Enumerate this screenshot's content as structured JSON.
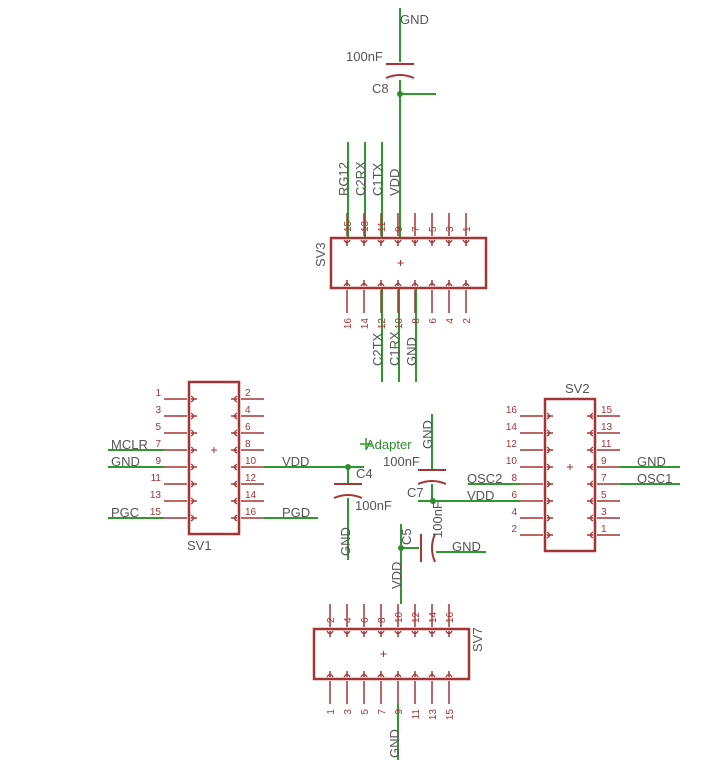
{
  "colors": {
    "part": "#a53434",
    "wire": "#2e9a2e",
    "text": "#555555",
    "junction": "#2e8b2e"
  },
  "title": "Adapter",
  "headers": {
    "sv1": "SV1",
    "sv2": "SV2",
    "sv3": "SV3",
    "sv7": "SV7"
  },
  "pin_numbers": {
    "sv1_left": [
      "1",
      "3",
      "5",
      "7",
      "9",
      "11",
      "13",
      "15"
    ],
    "sv1_right": [
      "2",
      "4",
      "6",
      "8",
      "10",
      "12",
      "14",
      "16"
    ],
    "sv2_left": [
      "16",
      "14",
      "12",
      "10",
      "8",
      "6",
      "4",
      "2"
    ],
    "sv2_right": [
      "15",
      "13",
      "11",
      "9",
      "7",
      "5",
      "3",
      "1"
    ],
    "sv3_top": [
      "15",
      "13",
      "11",
      "9",
      "7",
      "5",
      "3",
      "1"
    ],
    "sv3_bottom": [
      "16",
      "14",
      "12",
      "10",
      "8",
      "6",
      "4",
      "2"
    ],
    "sv7_top": [
      "2",
      "4",
      "6",
      "8",
      "10",
      "12",
      "14",
      "16"
    ],
    "sv7_bottom": [
      "1",
      "3",
      "5",
      "7",
      "9",
      "11",
      "13",
      "15"
    ]
  },
  "capacitors": {
    "c8": {
      "name": "C8",
      "value": "100nF"
    },
    "c4": {
      "name": "C4",
      "value": "100nF"
    },
    "c7": {
      "name": "C7",
      "value": "100nF"
    },
    "c5": {
      "name": "C5",
      "value": "100nF"
    },
    "c_top_value": "100nF"
  },
  "nets": {
    "gnd_top": "GND",
    "sv3_rg12": "RG12",
    "sv3_c2rx": "C2RX",
    "sv3_c1tx": "C1TX",
    "sv3_vdd": "VDD",
    "sv3_c2tx": "C2TX",
    "sv3_c1rx": "C1RX",
    "sv3_gnd": "GND",
    "sv1_mclr": "MCLR",
    "sv1_gnd": "GND",
    "sv1_pgc": "PGC",
    "sv1_vdd": "VDD",
    "sv1_pgd": "PGD",
    "c4_gnd": "GND",
    "c7_gnd": "GND",
    "sv2_osc2": "OSC2",
    "sv2_vdd": "VDD",
    "sv2_gnd": "GND",
    "sv2_osc1": "OSC1",
    "c5_gnd": "GND",
    "sv7_vdd": "VDD",
    "sv7_gnd": "GND"
  }
}
